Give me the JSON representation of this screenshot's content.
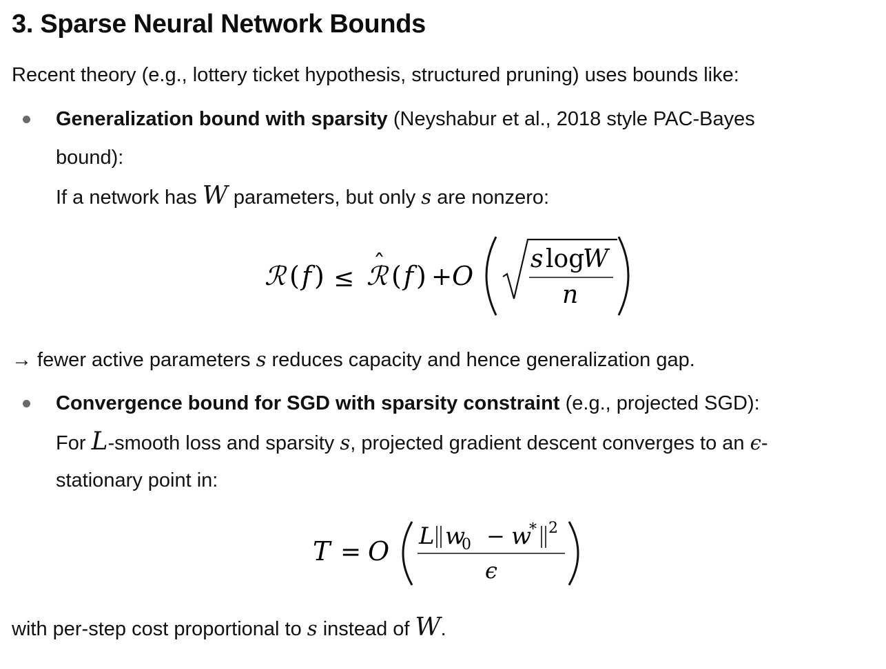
{
  "heading": "3. Sparse Neural Network Bounds",
  "intro": "Recent theory (e.g., lottery ticket hypothesis, structured pruning) uses bounds like:",
  "bullet1": {
    "title": "Generalization bound with sparsity",
    "citation_a": " (Neyshabur et al., 2018 style PAC-Bayes",
    "citation_b": "bound):",
    "cond_1": "If a network has ",
    "var_W": "W",
    "cond_2": " parameters, but only ",
    "var_s": "s",
    "cond_3": " are nonzero:"
  },
  "formula1": {
    "R": "ℛ",
    "lhs_paren": "(",
    "f": "f",
    "lhs_close": ")",
    "leq": "≤",
    "Rhat": "ℛ",
    "hat": "ˆ",
    "plus": "+",
    "O": "O",
    "num_s": "s",
    "num_log": "log",
    "num_W": "W",
    "den_n": "n"
  },
  "arrow_line": {
    "pre": "→ fewer active parameters ",
    "var": "s",
    "post": " reduces capacity and hence generalization gap."
  },
  "bullet2": {
    "title": "Convergence bound for SGD with sparsity constraint",
    "tail": " (e.g., projected SGD):",
    "for": "For ",
    "var_L": "L",
    "mid": "-smooth loss and sparsity ",
    "var_s": "s",
    "mid2": ", projected gradient descent converges to an ",
    "var_eps": "ϵ",
    "dash": "-",
    "line3": "stationary point in:"
  },
  "formula2": {
    "T": "T",
    "eq": "=",
    "O": "O",
    "L": "L",
    "w0": "w",
    "sub0": "0",
    "minus": "−",
    "wstar": "w",
    "star": "*",
    "sq": "2",
    "eps": "ϵ"
  },
  "final_line": {
    "pre": "with per-step cost proportional to ",
    "var_s": "s",
    "mid": " instead of ",
    "var_W": "W",
    "post": "."
  }
}
